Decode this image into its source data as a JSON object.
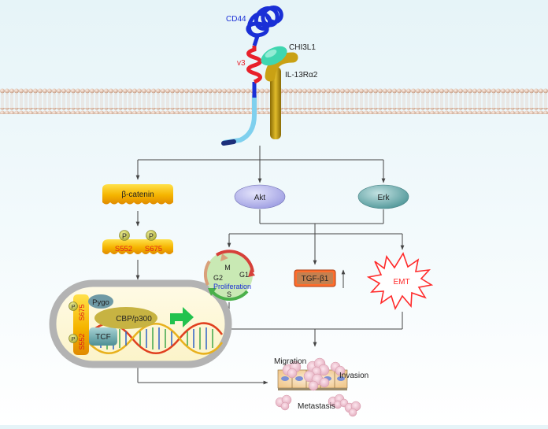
{
  "receptors": {
    "cd44": "CD44",
    "v3": "v3",
    "chi3l1": "CHI3L1",
    "il13": "IL-13Rα2"
  },
  "pathway": {
    "beta_catenin": "β-catenin",
    "phospho": "P",
    "s552": "S552",
    "s675": "S675",
    "akt": "Akt",
    "erk": "Erk"
  },
  "nucleus": {
    "pygo": "Pygo",
    "cbp": "CBP/p300",
    "tcf": "TCF",
    "s675": "S675",
    "s552": "S552",
    "phospho": "P"
  },
  "cell_cycle": {
    "m": "M",
    "g1": "G1",
    "g2": "G2",
    "s": "S",
    "proliferation": "Proliferation"
  },
  "outcomes": {
    "tgf": "TGF-β1",
    "emt": "EMT",
    "migration": "Migration",
    "invasion": "Invasion",
    "metastasis": "Metastasis"
  },
  "colors": {
    "cd44": "#1a2fd6",
    "v3": "#e8202a",
    "chi3l1": "#3fd6b0",
    "il13": "#c9a114",
    "beta_catenin": "#f5b400",
    "akt": "#b8b8ee",
    "erk": "#6aaeb0",
    "emt": "#ff2a2a"
  }
}
